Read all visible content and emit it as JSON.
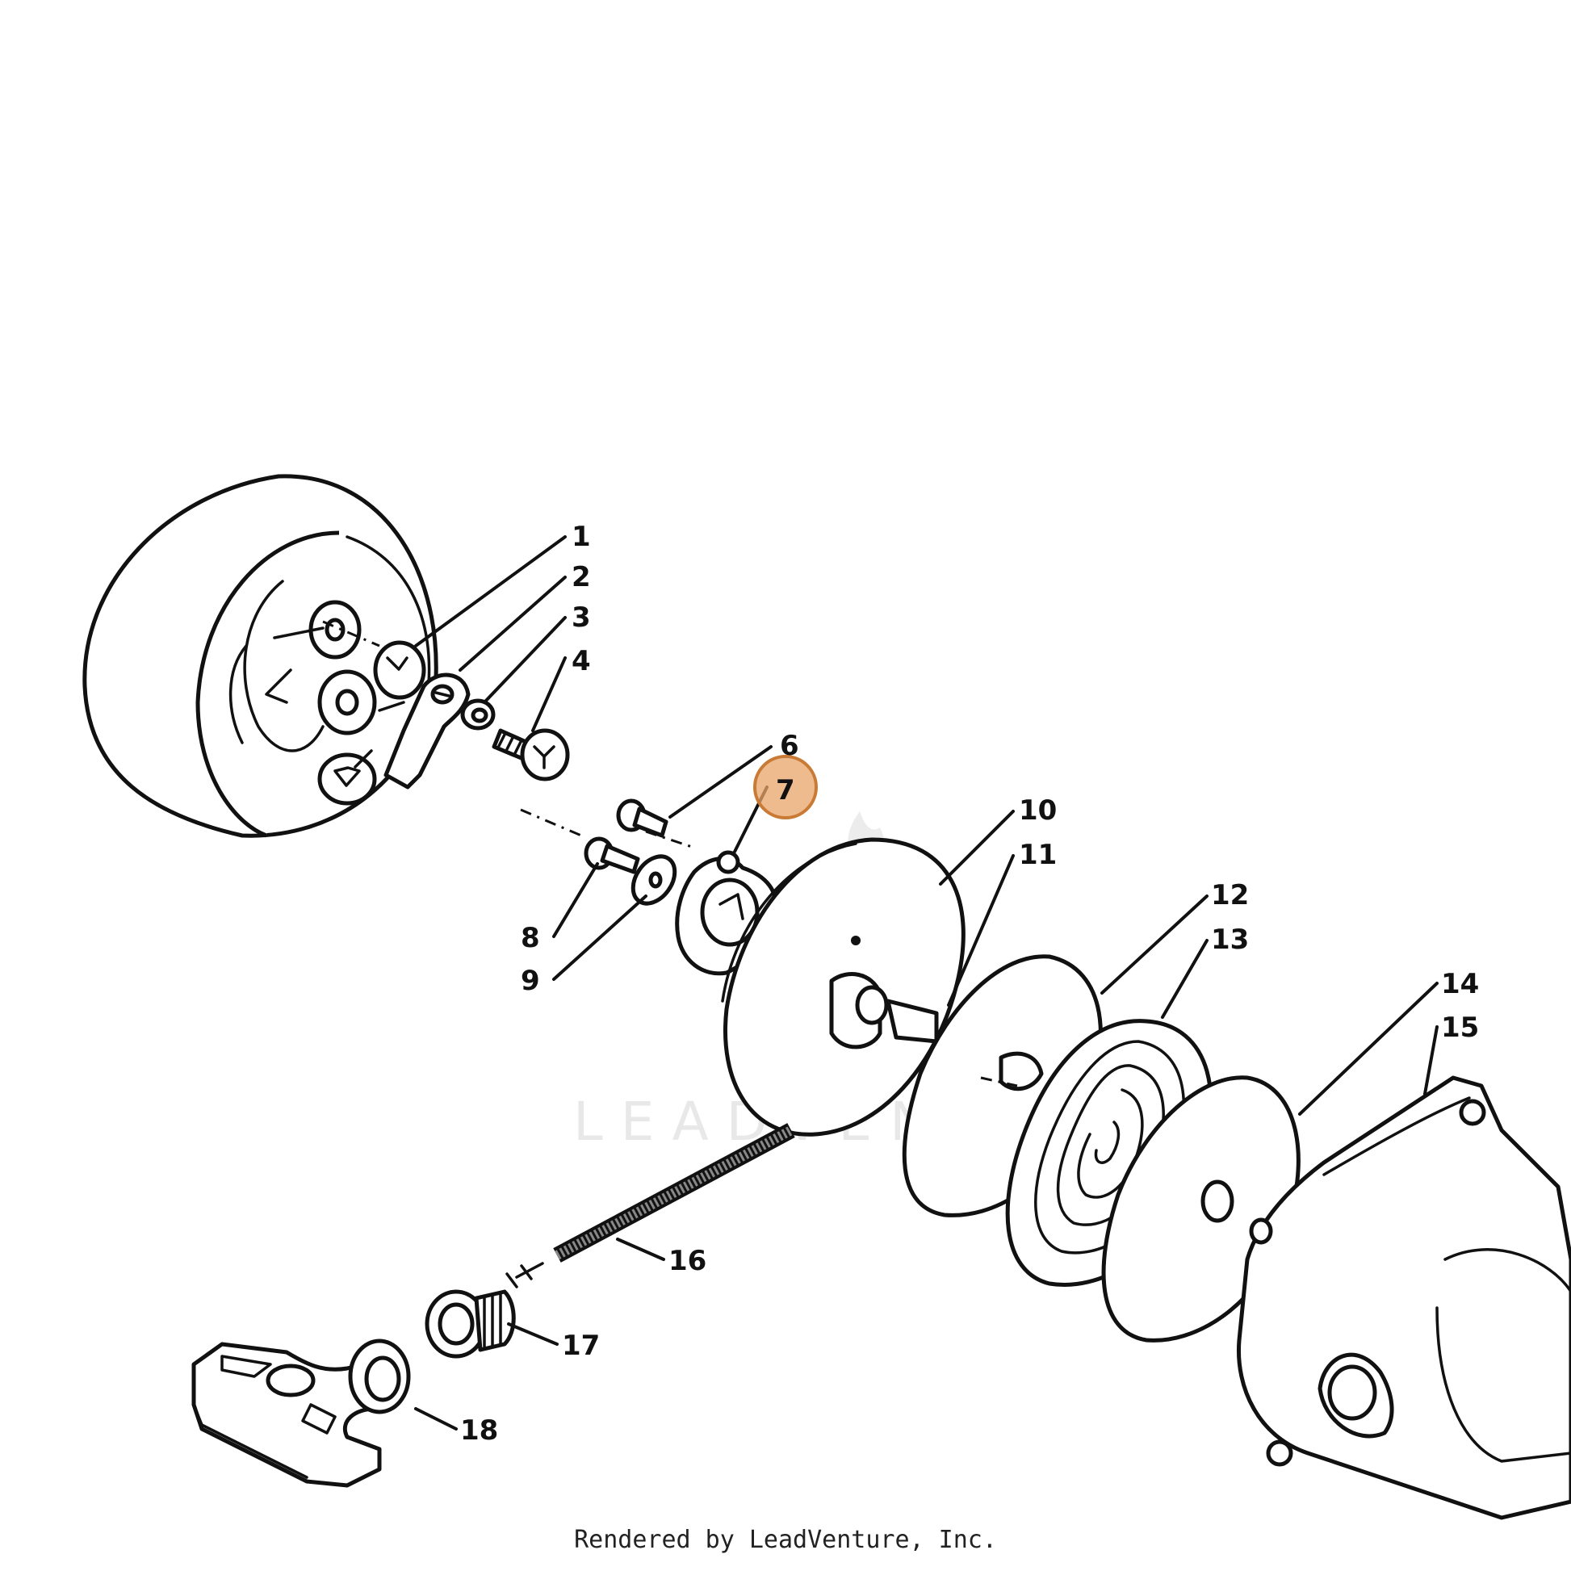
{
  "diagram": {
    "parts": [
      {
        "ref": "1"
      },
      {
        "ref": "2"
      },
      {
        "ref": "3"
      },
      {
        "ref": "4"
      },
      {
        "ref": "6"
      },
      {
        "ref": "7",
        "highlighted": true
      },
      {
        "ref": "8"
      },
      {
        "ref": "9"
      },
      {
        "ref": "10"
      },
      {
        "ref": "11"
      },
      {
        "ref": "12"
      },
      {
        "ref": "13"
      },
      {
        "ref": "14"
      },
      {
        "ref": "15"
      },
      {
        "ref": "16"
      },
      {
        "ref": "17"
      },
      {
        "ref": "18"
      }
    ],
    "highlight_color": "#e8a46a",
    "watermark": "LEADVENTURE"
  },
  "footer": {
    "credit": "Rendered by LeadVenture, Inc."
  }
}
